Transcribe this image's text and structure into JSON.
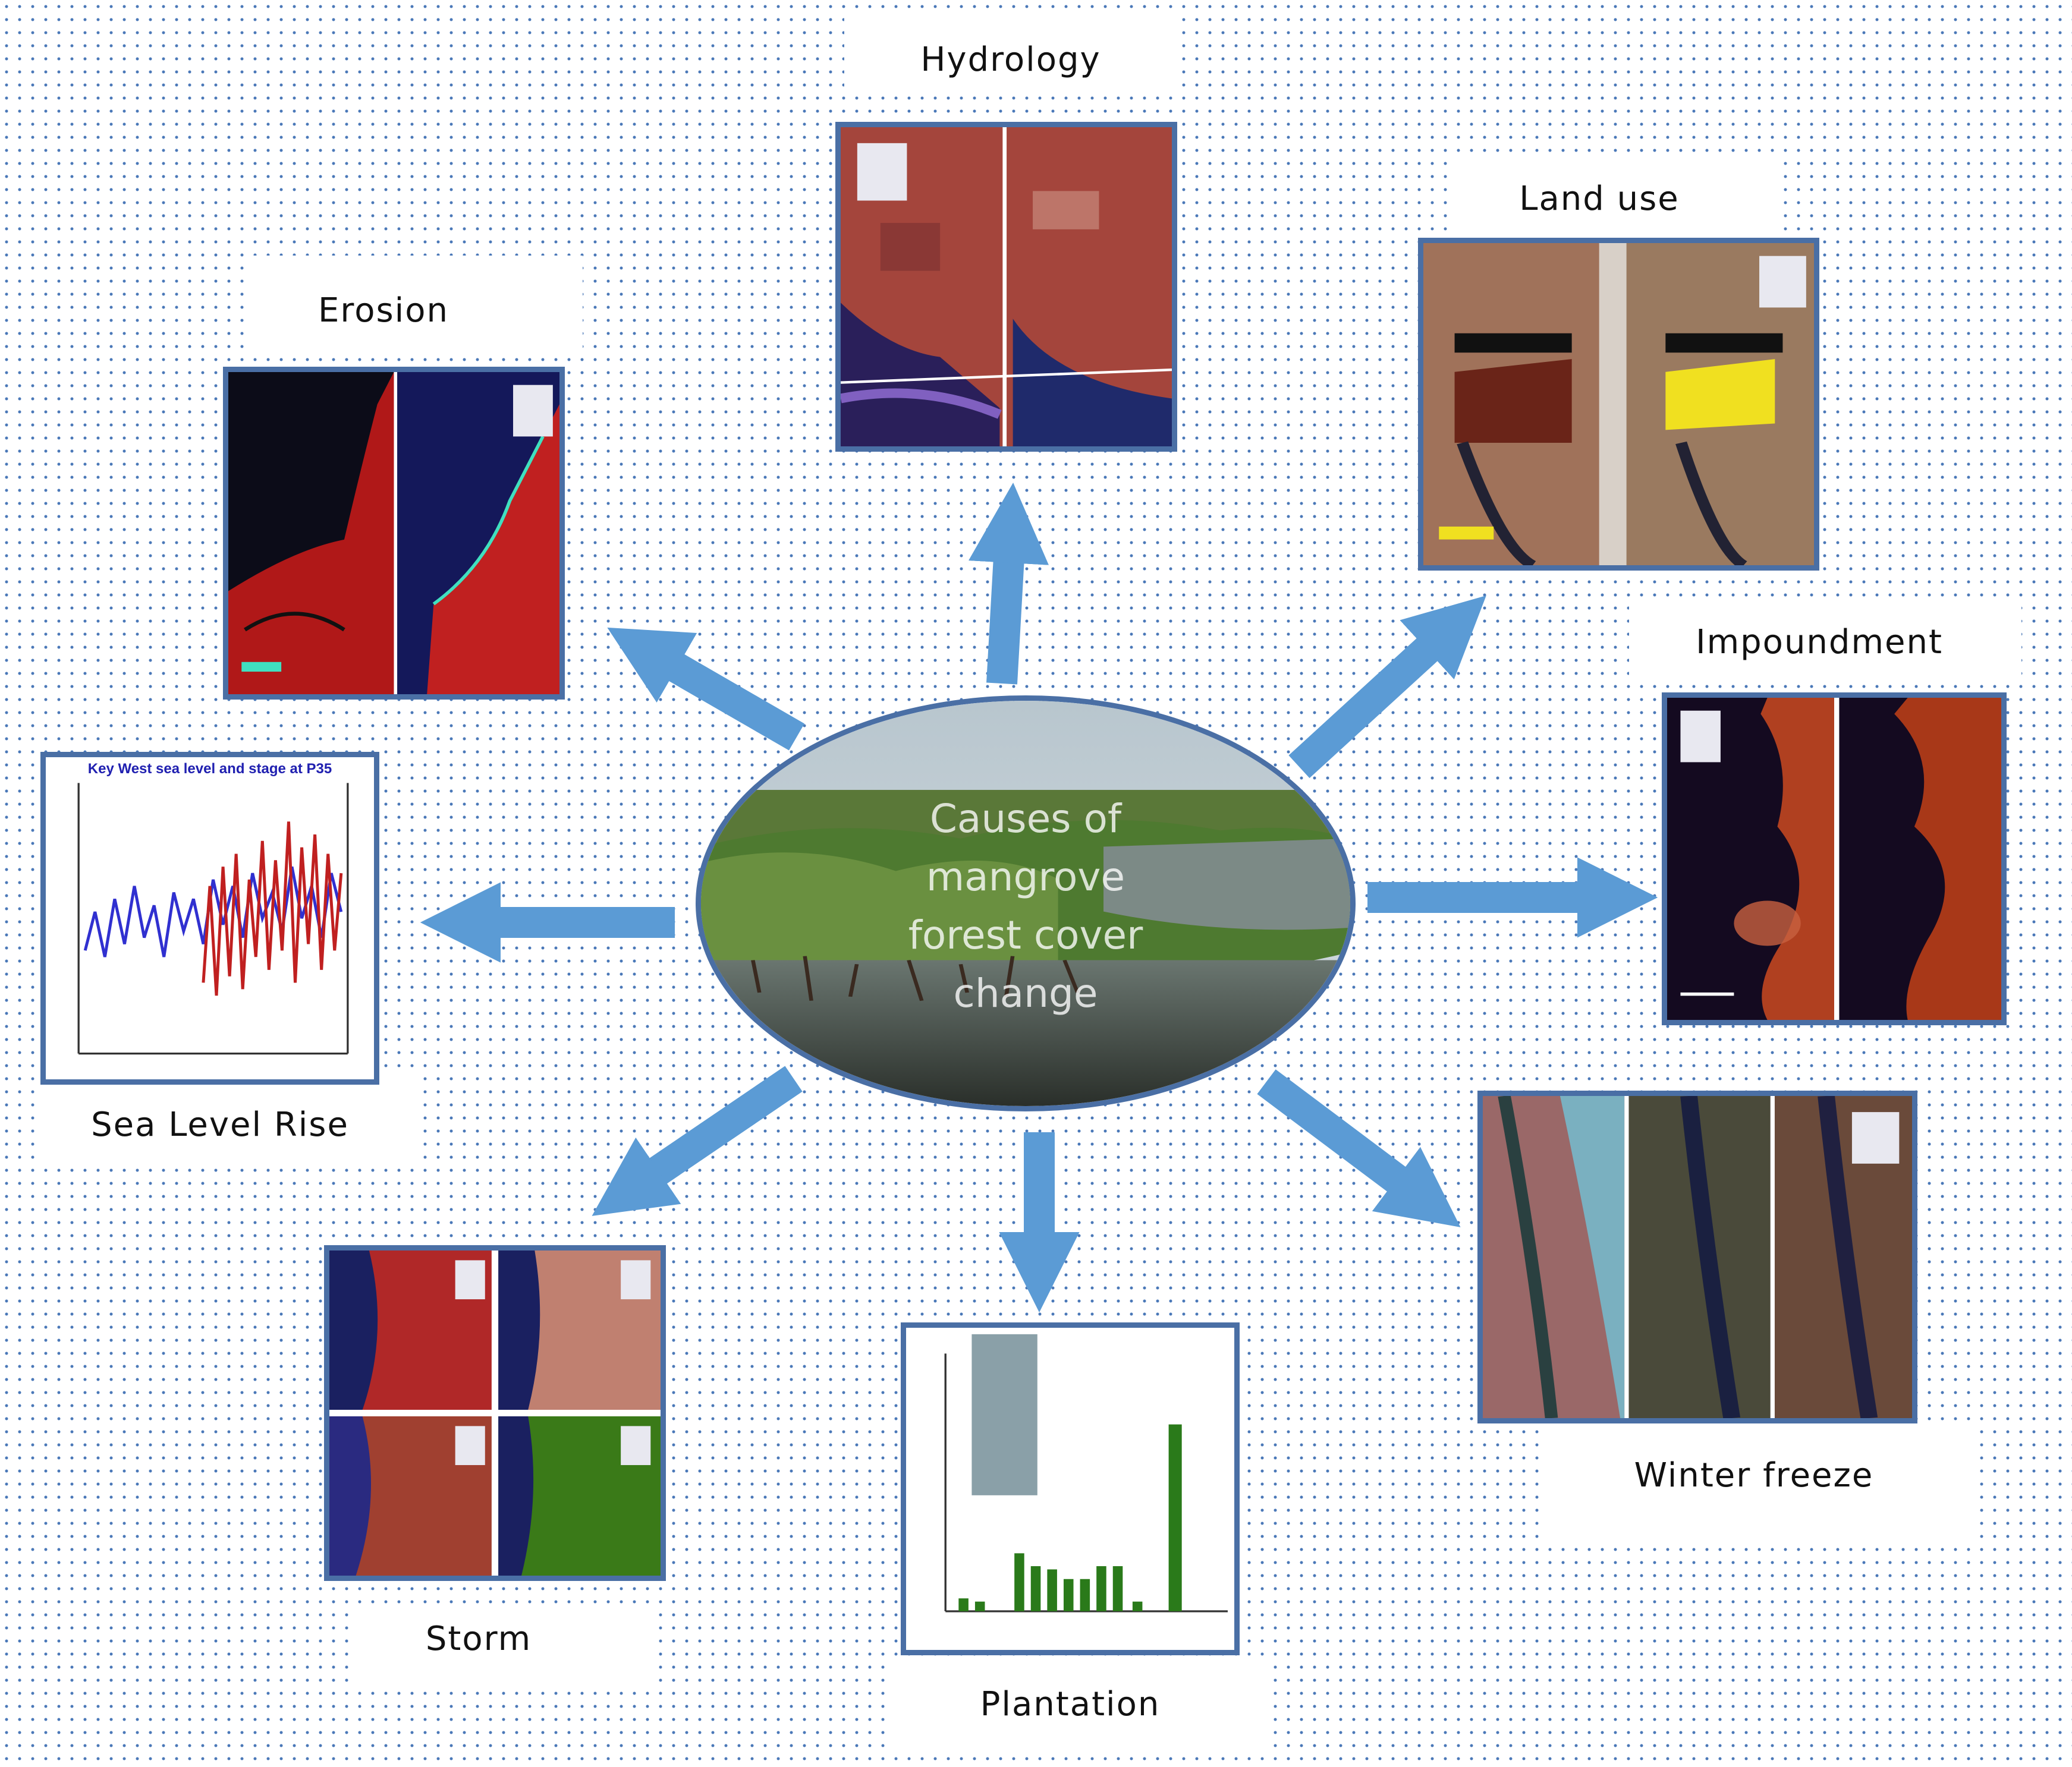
{
  "center": {
    "lines": [
      "Causes of",
      "mangrove",
      "forest cover",
      "change"
    ]
  },
  "causes": [
    {
      "id": "hydrology",
      "label": "Hydrology"
    },
    {
      "id": "land-use",
      "label": "Land use"
    },
    {
      "id": "impoundment",
      "label": "Impoundment"
    },
    {
      "id": "winter-freeze",
      "label": "Winter freeze"
    },
    {
      "id": "plantation",
      "label": "Plantation"
    },
    {
      "id": "storm",
      "label": "Storm"
    },
    {
      "id": "sea-level-rise",
      "label": "Sea Level Rise"
    },
    {
      "id": "erosion",
      "label": "Erosion"
    }
  ],
  "sea_level_chart": {
    "title": "Key West sea level and stage at P35"
  },
  "colors": {
    "arrow": "#5b9bd5",
    "panel_border": "#4a6fa5",
    "dot_pattern": "#4a78b8"
  }
}
